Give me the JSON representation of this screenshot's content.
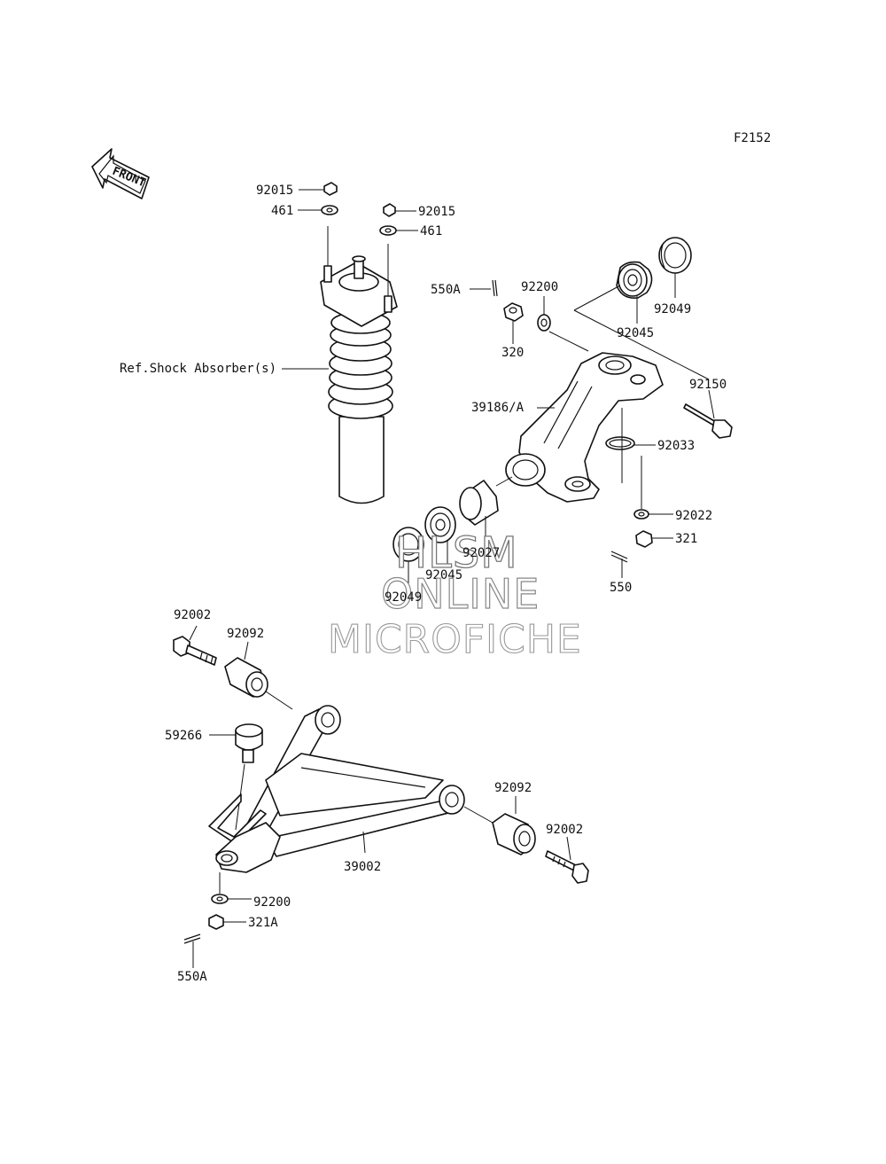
{
  "figure_code": "F2152",
  "front_label": "FRONT",
  "watermark": {
    "line1": "HLSM",
    "line2": "ONLINE",
    "line3": "MICROFICHE"
  },
  "parts": {
    "nut_92015_a": "92015",
    "washer_461_a": "461",
    "nut_92015_b": "92015",
    "washer_461_b": "461",
    "ref_shock": "Ref.Shock Absorber(s)",
    "pin_550A_top": "550A",
    "washer_92200_top": "92200",
    "nut_320": "320",
    "bearing_92045_top": "92045",
    "seal_92049_top": "92049",
    "bolt_92150": "92150",
    "knuckle_39186": "39186/A",
    "circlip_92033": "92033",
    "washer_92022": "92022",
    "nut_321": "321",
    "pin_550": "550",
    "spacer_92027": "92027",
    "bearing_92045_bottom": "92045",
    "seal_92049_bottom": "92049",
    "bolt_92002_left": "92002",
    "bushing_92092_left": "92092",
    "balljoint_59266": "59266",
    "bushing_92092_right": "92092",
    "bolt_92002_right": "92002",
    "arm_39002": "39002",
    "washer_92200_bottom": "92200",
    "nut_321A": "321A",
    "pin_550A_bottom": "550A"
  }
}
